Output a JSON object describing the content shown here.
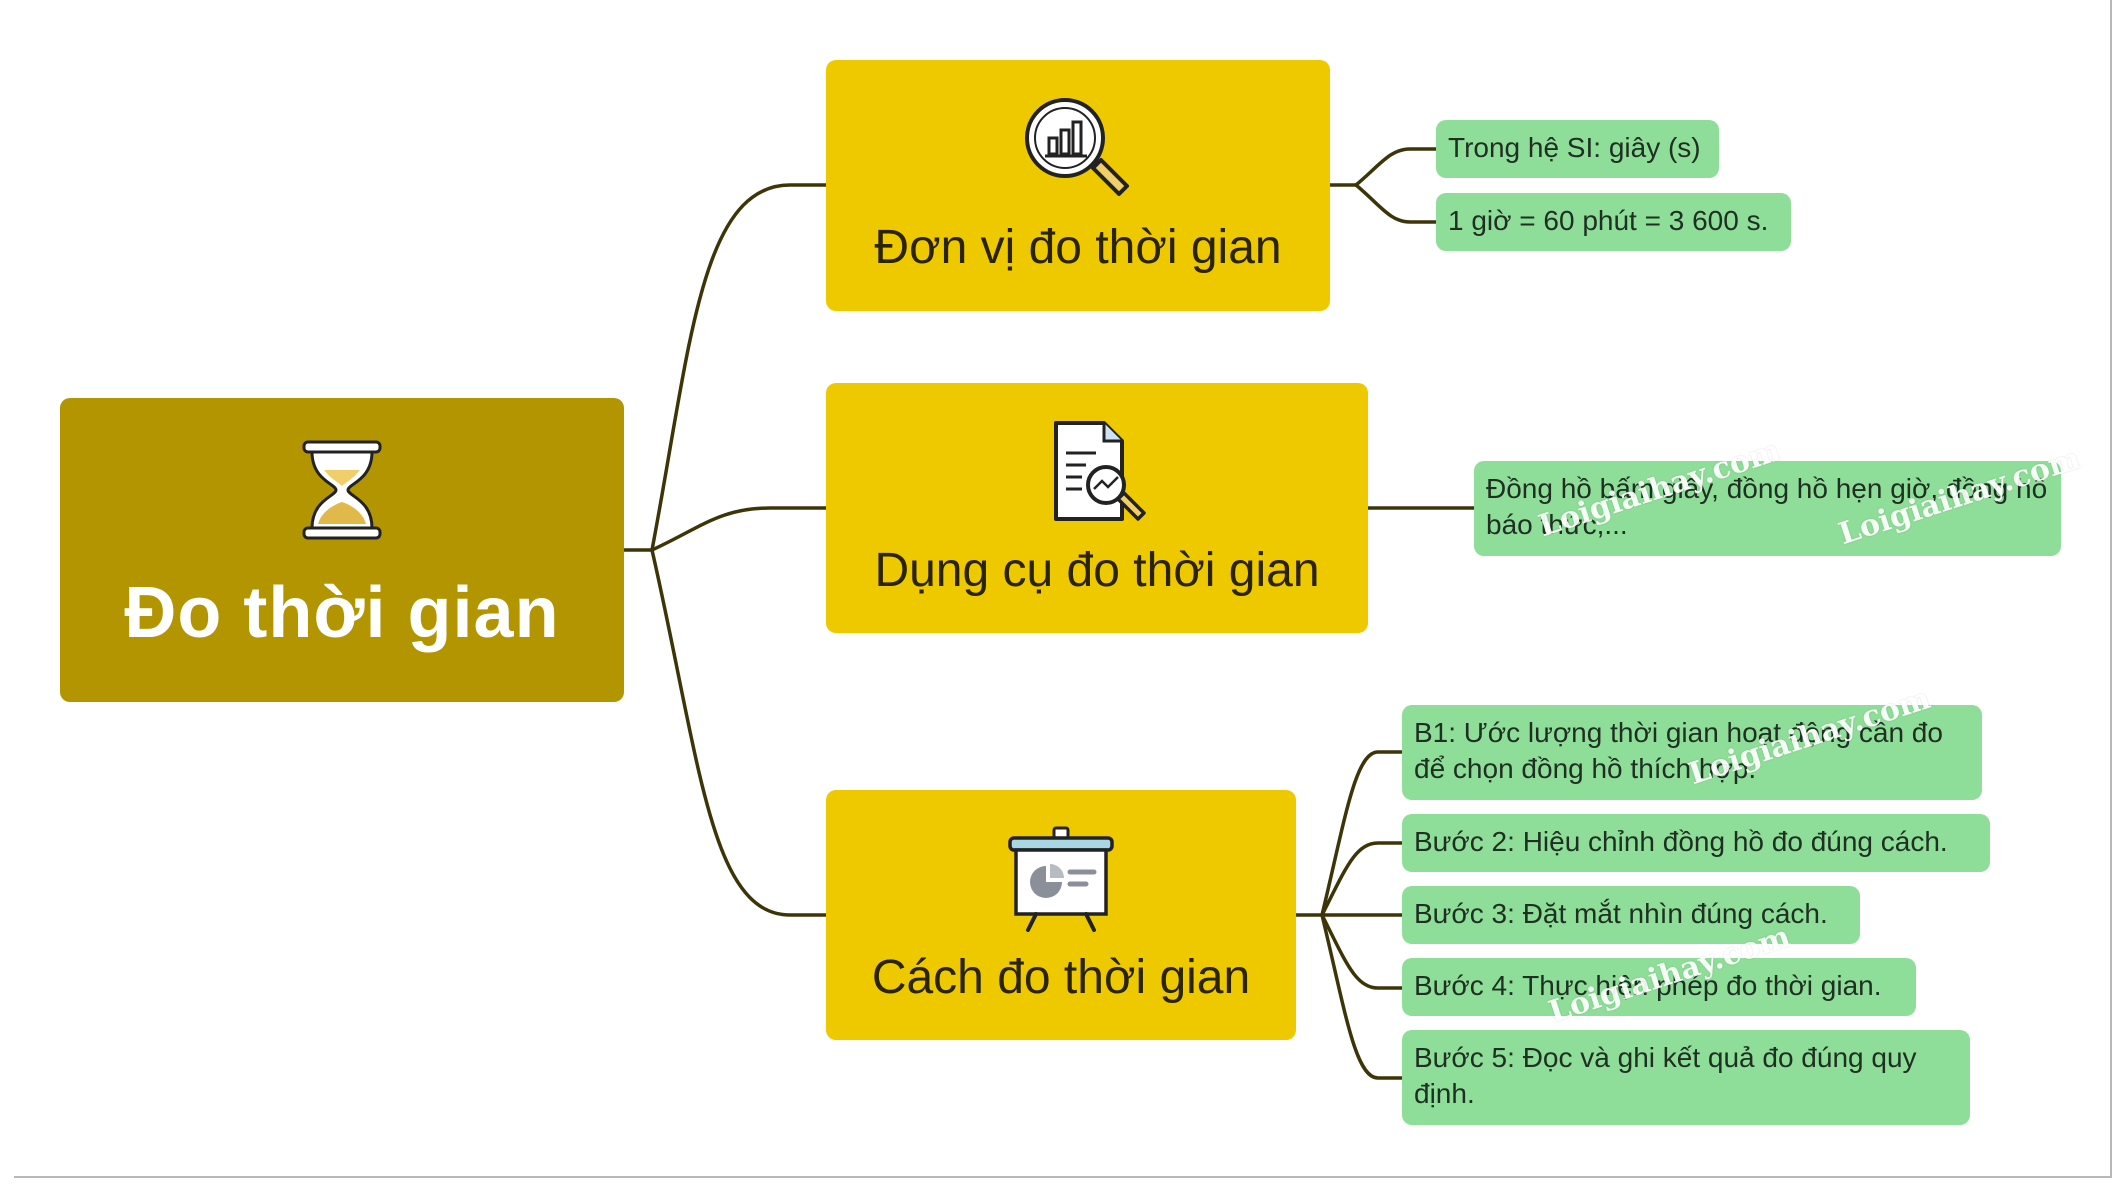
{
  "root": {
    "title": "Đo thời gian",
    "icon": "hourglass-icon"
  },
  "branches": [
    {
      "label": "Đơn vị đo thời gian",
      "icon": "magnifier-chart-icon",
      "leaves": [
        "Trong hệ SI: giây (s)",
        "1 giờ = 60 phút = 3 600 s."
      ]
    },
    {
      "label": "Dụng cụ đo thời gian",
      "icon": "document-search-icon",
      "leaves": [
        "Đồng hồ bấm giây, đồng hồ hẹn giờ, đồng hồ báo thức,..."
      ]
    },
    {
      "label": "Cách đo thời gian",
      "icon": "presentation-board-icon",
      "leaves": [
        "B1: Ước lượng thời gian hoạt động cần đo để chọn đồng hồ thích hợp.",
        "Bước 2: Hiệu chỉnh đồng hồ đo đúng cách.",
        "Bước 3: Đặt mắt nhìn đúng cách.",
        "Bước 4: Thực hiện phép đo thời gian.",
        "Bước 5: Đọc và ghi kết quả đo đúng quy định."
      ]
    }
  ],
  "watermark": "Loigiaihay.com",
  "colors": {
    "root": "#b29500",
    "branch": "#eec900",
    "leaf": "#8edd98",
    "connector": "#3d3508"
  }
}
